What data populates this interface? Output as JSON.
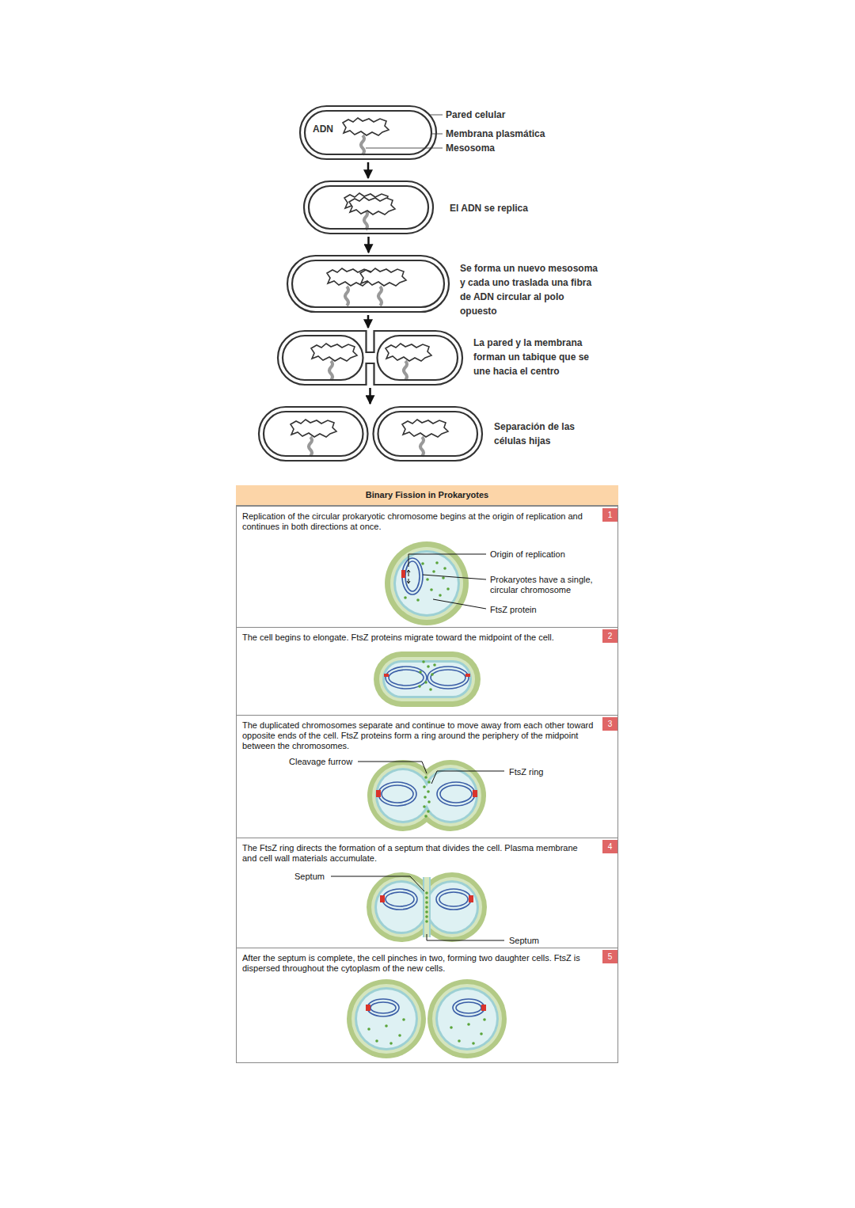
{
  "diagram": {
    "nodes": [
      {
        "text": [
          "ADN"
        ]
      },
      {
        "text": [
          "El ADN se replica"
        ]
      },
      {
        "text": [
          "Se forma un nuevo mesosoma y cada uno traslada una fibra de ADN circular al polo opuesto"
        ]
      },
      {
        "text": [
          "La pared y la membrana forman un tabique que se une hacia el centro"
        ]
      },
      {
        "text": [
          "Separación de las células hijas"
        ]
      },
      {
        "text": [
          "Binary Fission in Prokaryotes"
        ]
      },
      {
        "text": [
          "Replication of the circular prokaryotic chromosome begins at the origin of replication and continues in both directions at once."
        ],
        "in": 5
      },
      {
        "text": [
          "1"
        ],
        "in": 6
      },
      {
        "text": [
          "The cell begins to elongate. FtsZ proteins migrate toward the midpoint of the cell."
        ],
        "in": 5
      },
      {
        "text": [
          "2"
        ],
        "in": 8
      },
      {
        "text": [
          "The duplicated chromosomes separate and continue to move away from each other toward opposite ends of the cell. FtsZ proteins form a ring around the periphery of the midpoint between the chromosomes."
        ],
        "in": 5
      },
      {
        "text": [
          "3"
        ],
        "in": 10
      },
      {
        "text": [
          "The FtsZ ring directs the formation of a septum that divides the cell. Plasma membrane and cell wall materials accumulate."
        ],
        "in": 5
      },
      {
        "text": [
          "4"
        ],
        "in": 12
      },
      {
        "text": [
          "After the septum is complete, the cell pinches in two, forming two daughter cells. FtsZ is dispersed throughout the cytoplasm of the new cells."
        ],
        "in": 5
      },
      {
        "text": [
          "5"
        ],
        "in": 14
      }
    ],
    "edges": [
      {
        "from": 0,
        "to": 1,
        "arrow": "to"
      },
      {
        "from": 1,
        "to": 2,
        "arrow": "to"
      },
      {
        "from": 2,
        "to": 3,
        "arrow": "to"
      },
      {
        "from": 3,
        "to": 4,
        "arrow": "to"
      }
    ],
    "labels": [
      "Pared celular",
      "Membrana plasmática",
      "Mesosoma",
      "Origin of replication",
      "Prokaryotes have a single, circular chromosome",
      "FtsZ protein",
      "Cleavage furrow",
      "FtsZ ring",
      "Septum",
      "Septum"
    ]
  }
}
